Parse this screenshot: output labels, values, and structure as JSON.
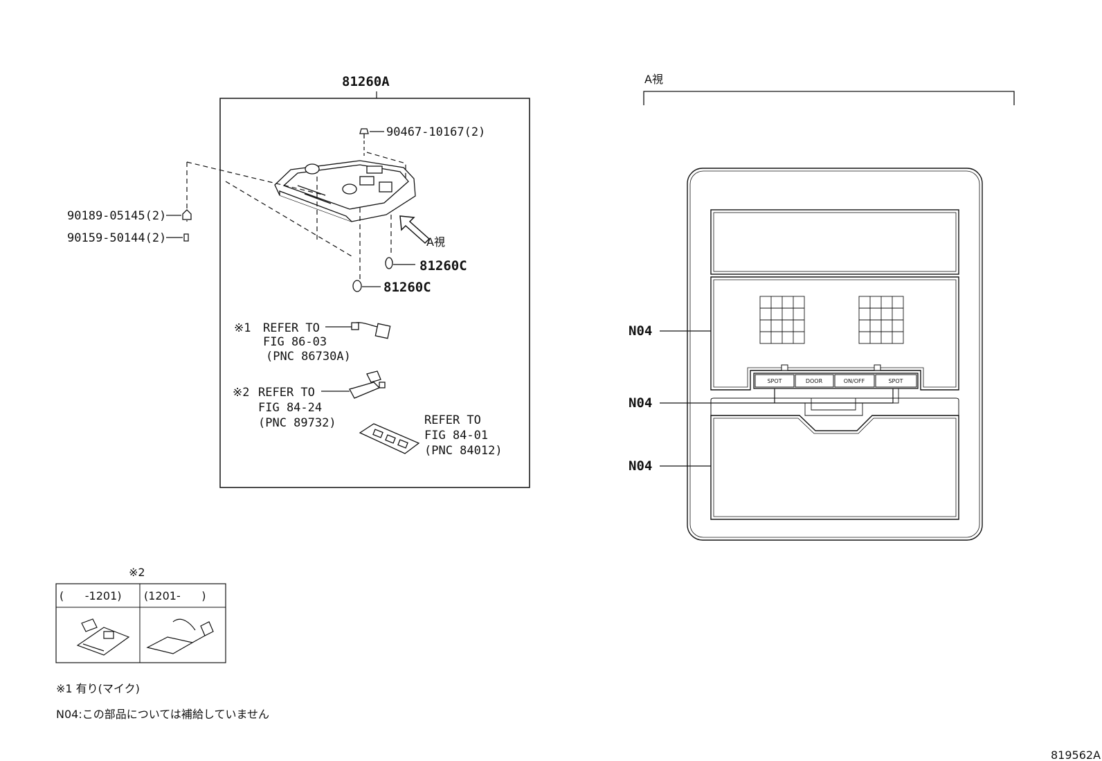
{
  "callouts": {
    "assembly": "81260A",
    "screw_top": "90467-10167(2)",
    "nut": "90189-05145(2)",
    "screw_left": "90159-50144(2)",
    "bulb_1": "81260C",
    "bulb_2": "81260C",
    "view_arrow": "A視"
  },
  "refs": [
    {
      "mark": "※1",
      "line1": "REFER TO",
      "line2": "FIG 86-03",
      "line3": "(PNC 86730A)"
    },
    {
      "mark": "※2",
      "line1": "REFER TO",
      "line2": "FIG 84-24",
      "line3": "(PNC 89732)"
    },
    {
      "mark": "",
      "line1": "REFER TO",
      "line2": "FIG 84-01",
      "line3": "(PNC 84012)"
    }
  ],
  "view": {
    "title": "A視",
    "labels": [
      "N04",
      "N04",
      "N04"
    ],
    "buttons": [
      "SPOT",
      "DOOR",
      "ON/OFF",
      "SPOT"
    ]
  },
  "table": {
    "mark": "※2",
    "col1": "(      -1201)",
    "col2": "(1201-      )"
  },
  "notes": {
    "note1": "※1 有り(マイク)",
    "note2": "N04:この部品については補給していません"
  },
  "figure_code": "819562A"
}
